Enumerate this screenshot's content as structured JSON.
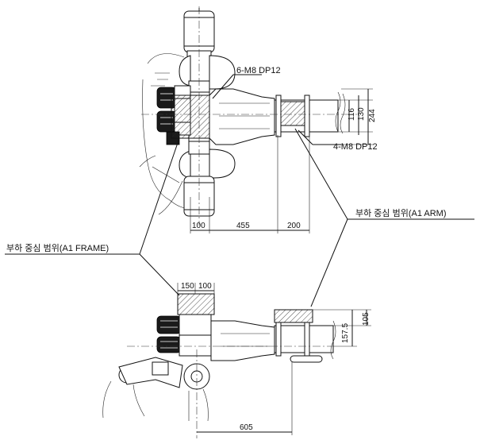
{
  "dimensions": {
    "top_view": {
      "d100": "100",
      "d455": "455",
      "d200": "200",
      "d116": "116",
      "d130": "130",
      "d244": "244"
    },
    "side_view": {
      "d150": "150",
      "d100": "100",
      "d105": "105",
      "d1575": "157.5",
      "d605": "605"
    }
  },
  "callouts": {
    "hole_top": "6-M8 DP12",
    "hole_bottom": "4-M8 DP12",
    "zone_arm": "부하 중심 범위(A1 ARM)",
    "zone_frame": "부하 중심 범위(A1 FRAME)"
  }
}
